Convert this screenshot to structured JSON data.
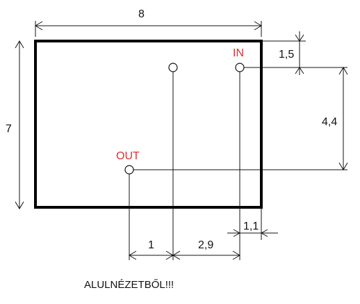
{
  "dimensions": {
    "width_label": "8",
    "height_label": "7",
    "in_offset_label": "1,5",
    "in_out_vertical_label": "4,4",
    "edge_offset_label": "1,1",
    "out_to_middle_label": "1",
    "middle_to_in_label": "2,9"
  },
  "ports": {
    "in_label": "IN",
    "out_label": "OUT",
    "color": "#e03030"
  },
  "caption": "ALULNÉZETBŐL!!!",
  "colors": {
    "outline": "#000000",
    "lines": "#111111"
  }
}
